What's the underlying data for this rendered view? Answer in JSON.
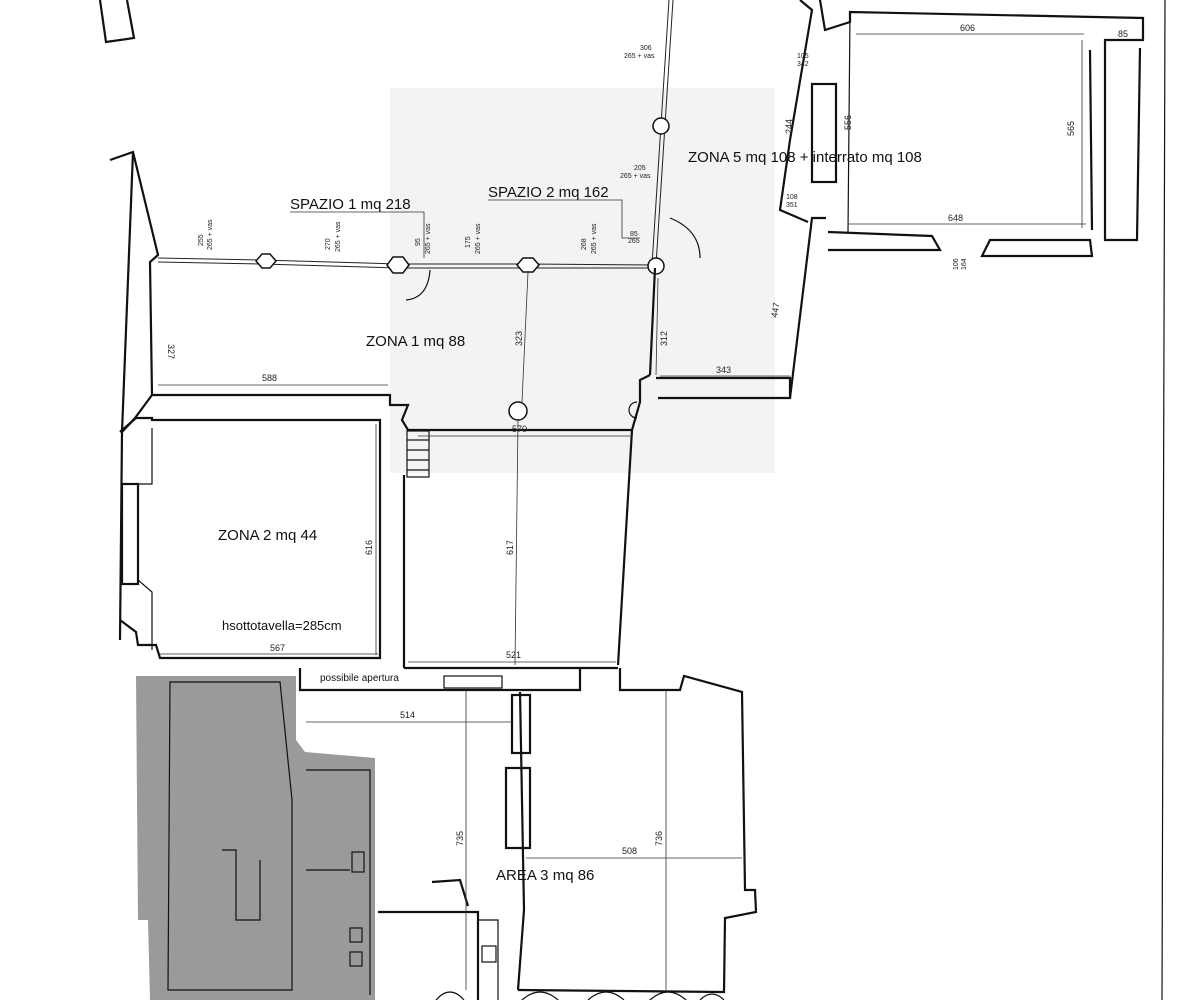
{
  "rooms": {
    "spazio1": "SPAZIO 1 mq 218",
    "spazio2": "SPAZIO 2 mq 162",
    "zona1": "ZONA 1 mq 88",
    "zona2": "ZONA 2 mq 44",
    "zona5": "ZONA 5 mq 108 + interrato mq 108",
    "area3": "AREA 3 mq 86"
  },
  "notes": {
    "height": "hsottotavella=285cm",
    "opening": "possibile apertura"
  },
  "dimensions": {
    "d588": "588",
    "d327": "327",
    "d323": "323",
    "d312": "312",
    "d343": "343",
    "d447": "447",
    "d570": "570",
    "d616": "616",
    "d617": "617",
    "d567": "567",
    "d521": "521",
    "d514": "514",
    "d735": "735",
    "d736": "736",
    "d508": "508",
    "d606": "606",
    "d85": "85",
    "d565": "565",
    "d556": "556",
    "d244": "244",
    "d648": "648",
    "d306": "306",
    "d105": "105",
    "d342": "342",
    "d108": "108",
    "d351": "351",
    "d205": "205",
    "d85b": "85",
    "d265": "265",
    "d106": "106",
    "d164": "164"
  },
  "heights": {
    "h255": "255",
    "h270": "270",
    "h95": "95",
    "h175": "175",
    "h268": "268",
    "vas": "265 + vas"
  }
}
